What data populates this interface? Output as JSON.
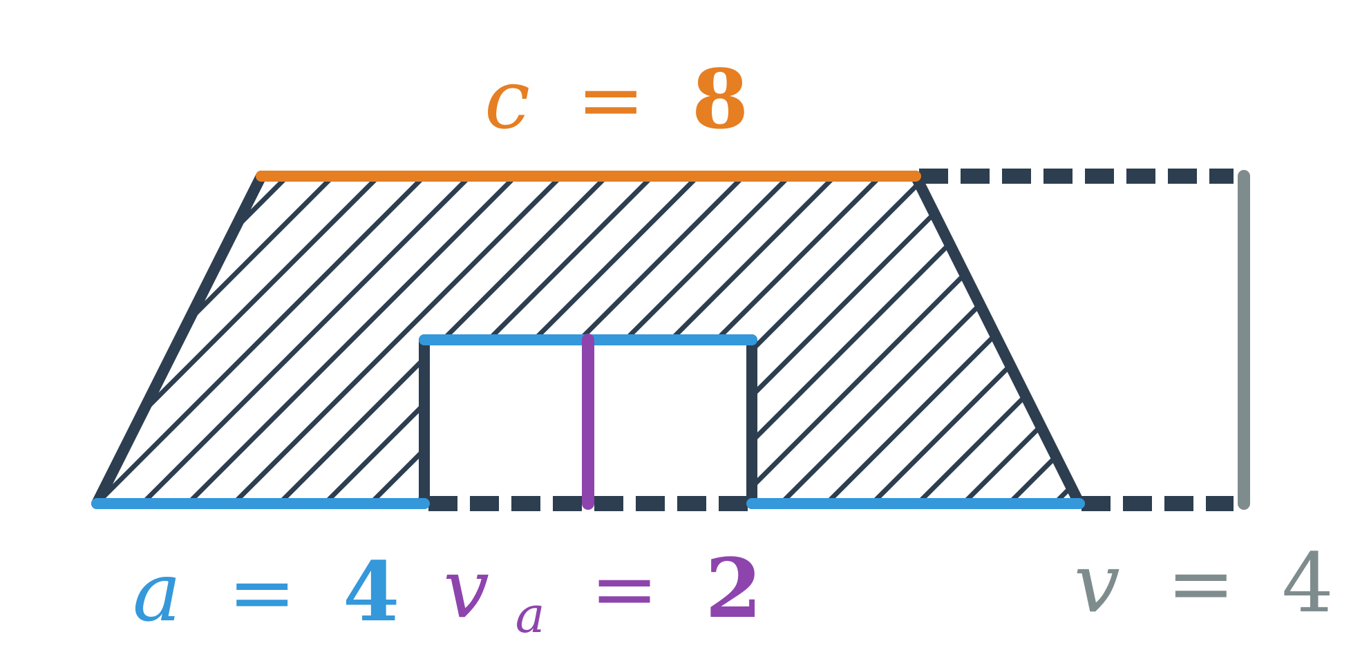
{
  "colors": {
    "outline": "#2c3e50",
    "top_side": "#e67e22",
    "base": "#3498db",
    "inner_height": "#8e44ad",
    "total_height": "#7f8c8d",
    "background": "#ffffff"
  },
  "labels": {
    "c": {
      "var": "c",
      "eq": "=",
      "value": "8"
    },
    "a": {
      "var": "a",
      "eq": "=",
      "value": "4"
    },
    "va": {
      "var": "v",
      "sub": "a",
      "eq": "=",
      "value": "2"
    },
    "v": {
      "var": "v",
      "eq": "=",
      "value": "4"
    }
  }
}
